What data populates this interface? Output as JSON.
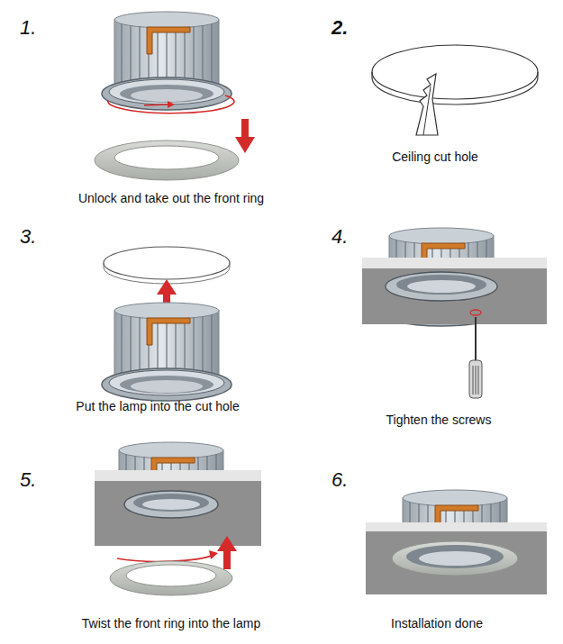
{
  "diagram": {
    "labels": [
      "1.",
      "Unlock and take out the front ring",
      "2.",
      "Ceiling cut hole",
      "3.",
      "Put the lamp into the cut hole",
      "4.",
      "Tighten the screws",
      "5.",
      "Twist the front ring into the lamp",
      "6.",
      "Installation done"
    ]
  }
}
